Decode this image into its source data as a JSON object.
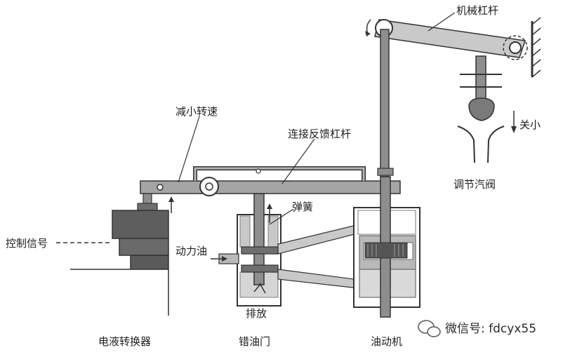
{
  "labels": {
    "mechanical_lever": "机械杠杆",
    "reduce_speed": "减小转速",
    "feedback_lever": "连接反馈杠杆",
    "close_small": "关小",
    "regulating_valve": "调节汽阀",
    "spring": "弹簧",
    "control_signal": "控制信号",
    "power_oil": "动力油",
    "drain_oil": "排放",
    "electro_hydraulic_converter": "电液转换器",
    "oil_valve": "错油门",
    "servo_motor": "油动机"
  },
  "watermark": {
    "text": "微信号: fdcyx55",
    "icon": "wechat-icon"
  },
  "colors": {
    "metal": "#8e8e8e",
    "dark_metal": "#6f6f6f",
    "oil": "#b9b9b9",
    "line": "#3a3a3a",
    "background": "#ffffff"
  }
}
